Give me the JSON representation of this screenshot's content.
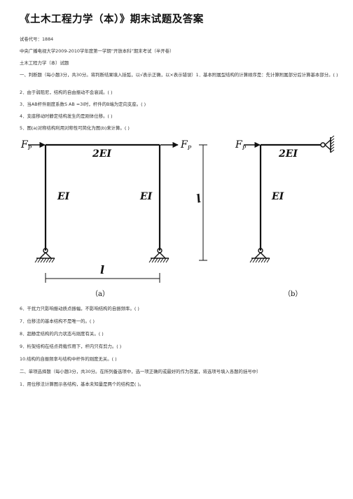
{
  "title": "《土木工程力学（本）》期末试题及答案",
  "lines": [
    "试卷代号：1884",
    "中央广播电视大学2009-2010学年度第一学期“开放本科”期末考试（半开卷）",
    "土木工程力学（本）试题",
    "一、判断题（每小题3分，共30分。将判断结果填入括弧，以√表示正确，以×表示错误）1．基本附属型结构的计算顺序是：先计算附属部分后计算基本部分。( )",
    "2．由于弱阻尼，结构的自由振动不会衰减。( )",
    "3．当AB杆件刚度系数S AB =3i时，杆件的B端为定向支座。( )",
    "4．支座移动时静定结构发生的是刚体位移。( )",
    "5．图(a)对称结构利用对称性可简化为图(b)来计算。( )",
    "6．干扰力只影响振动质点振幅，不影响结构的自振频率。( )",
    "7．位移法的基本结构不是唯一的。( )",
    "8．超静定结构的内力状态与刚度有关。( )",
    "9．桁架结构在结点荷载作用下，杆内只有剪力。( )",
    "10.结构的自振频率与结构中杆件的刚度无关。( )",
    "二、单项选择题（每小题3分，共30分。在所列备选项中，选一项正确的或最好的作为答案，将选项号填入各题的括号中）",
    "1．用位移法计算图示各结构，基本未知量是两个的结构是( )。"
  ],
  "figure": {
    "load_label": "F",
    "load_subscript": "P",
    "beam_label": "2EI",
    "column_label": "EI",
    "length_label": "l",
    "caption_a": "（a）",
    "caption_b": "（b）"
  }
}
